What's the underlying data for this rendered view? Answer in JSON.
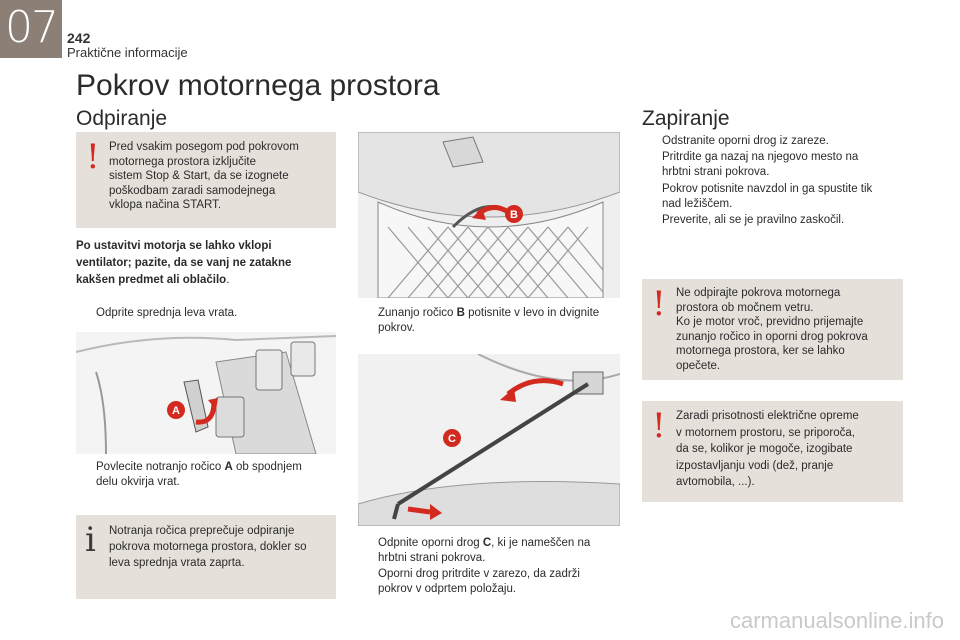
{
  "header": {
    "chapter": "07",
    "page_number": "242",
    "section": "Praktične informacije"
  },
  "title": "Pokrov motornega prostora",
  "opening": {
    "heading": "Odpiranje",
    "warning1": [
      "Pred vsakim posegom pod pokrovom",
      "motornega prostora izključite",
      "sistem Stop & Start, da se izognete",
      "poškodbam zaradi samodejnega",
      "vklopa načina START."
    ],
    "caution_bold": [
      "Po ustavitvi motorja se lahko vklopi",
      "ventilator; pazite, da se vanj ne zatakne",
      "kakšen predmet ali oblačilo"
    ],
    "caution_end": ".",
    "step1": "Odprite sprednja leva vrata.",
    "step2_pre": "Povlecite notranjo ročico ",
    "step2_letter": "A",
    "step2_post": " ob spodnjem",
    "step2_line2": "delu okvirja vrat.",
    "info": [
      "Notranja ročica preprečuje odpiranje",
      "pokrova motornega prostora, dokler so",
      "leva sprednja vrata zaprta."
    ],
    "step3_pre": "Zunanjo ročico ",
    "step3_letter": "B",
    "step3_post": " potisnite v levo in dvignite",
    "step3_line2": "pokrov.",
    "step4_pre": "Odpnite oporni drog ",
    "step4_letter": "C",
    "step4_post": ", ki je nameščen na",
    "step4_line2": "hrbtni strani pokrova.",
    "step5": [
      "Oporni drog pritrdite v zarezo, da zadrži",
      "pokrov v odprtem položaju."
    ]
  },
  "closing": {
    "heading": "Zapiranje",
    "steps": [
      [
        "Odstranite oporni drog iz zareze."
      ],
      [
        "Pritrdite ga nazaj na njegovo mesto na",
        "hrbtni strani pokrova."
      ],
      [
        "Pokrov potisnite navzdol in ga spustite tik",
        "nad ležiščem."
      ],
      [
        "Preverite, ali se je pravilno zaskočil."
      ]
    ],
    "warning2": [
      "Ne odpirajte pokrova motornega",
      "prostora ob močnem vetru.",
      "Ko je motor vroč, previdno prijemajte",
      "zunanjo ročico in oporni drog pokrova",
      "motornega prostora, ker se lahko",
      "opečete."
    ],
    "warning3": [
      "Zaradi prisotnosti električne opreme",
      "v motornem prostoru, se priporoča,",
      "da se, kolikor je mogoče, izogibate",
      "izpostavljanju vodi (dež, pranje",
      "avtomobila, ...)."
    ]
  },
  "symbols": {
    "warning": "!",
    "info": "i",
    "bullet": "",
    "label_a": "A",
    "label_b": "B",
    "label_c": "C"
  },
  "colors": {
    "chapter_tab": "#8c8076",
    "box_bg": "#e6e0db",
    "warning_mark": "#d32a20",
    "callout_label": "#d32a20"
  },
  "watermark": "carmanualsonline.info"
}
